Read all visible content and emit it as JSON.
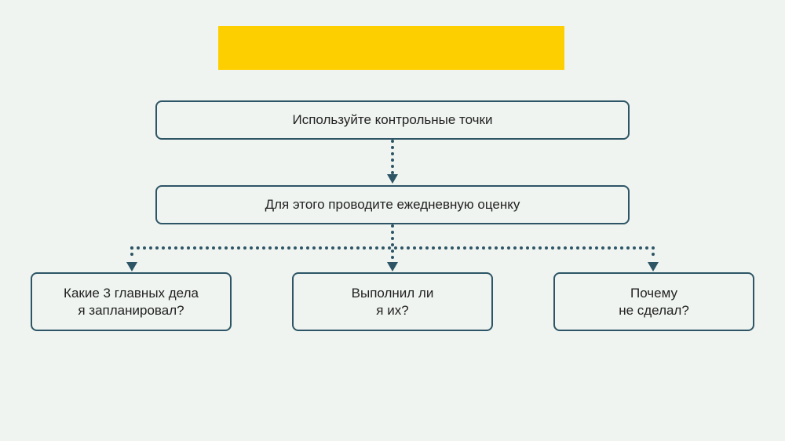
{
  "title_banner_color": "#fecf00",
  "line_color": "#2d5566",
  "nodes": {
    "top": "Используйте контрольные точки",
    "middle": "Для этого проводите ежедневную оценку",
    "left_line1": "Какие 3 главных дела",
    "left_line2": "я запланировал?",
    "center_line1": "Выполнил ли",
    "center_line2": "я их?",
    "right_line1": "Почему",
    "right_line2": "не сделал?"
  }
}
